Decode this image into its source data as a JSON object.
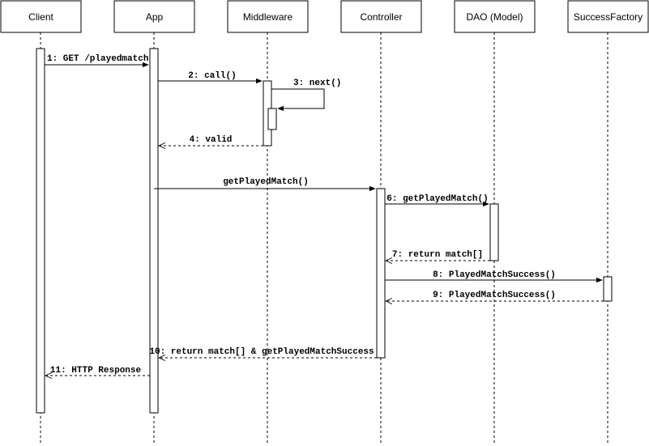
{
  "participants": [
    {
      "id": "client",
      "label": "Client"
    },
    {
      "id": "app",
      "label": "App"
    },
    {
      "id": "middleware",
      "label": "Middleware"
    },
    {
      "id": "controller",
      "label": "Controller"
    },
    {
      "id": "dao",
      "label": "DAO (Model)"
    },
    {
      "id": "successfactory",
      "label": "SuccessFactory"
    }
  ],
  "messages": [
    {
      "id": "m1",
      "label": "1: GET /playedmatch",
      "from": "client",
      "to": "app",
      "kind": "call"
    },
    {
      "id": "m2",
      "label": "2: call()",
      "from": "app",
      "to": "middleware",
      "kind": "call"
    },
    {
      "id": "m3",
      "label": "3: next()",
      "from": "middleware",
      "to": "middleware",
      "kind": "self-call"
    },
    {
      "id": "m4",
      "label": "4: valid",
      "from": "middleware",
      "to": "app",
      "kind": "return"
    },
    {
      "id": "m5",
      "label": "getPlayedMatch()",
      "from": "app",
      "to": "controller",
      "kind": "call"
    },
    {
      "id": "m6",
      "label": "6: getPlayedMatch()",
      "from": "controller",
      "to": "dao",
      "kind": "call"
    },
    {
      "id": "m7",
      "label": "7: return match[]",
      "from": "dao",
      "to": "controller",
      "kind": "return"
    },
    {
      "id": "m8",
      "label": "8: PlayedMatchSuccess()",
      "from": "controller",
      "to": "successfactory",
      "kind": "call"
    },
    {
      "id": "m9",
      "label": "9: PlayedMatchSuccess()",
      "from": "successfactory",
      "to": "controller",
      "kind": "return"
    },
    {
      "id": "m10",
      "label": "10: return match[] & getPlayedMatchSuccess",
      "from": "controller",
      "to": "app",
      "kind": "return"
    },
    {
      "id": "m11",
      "label": "11: HTTP Response",
      "from": "app",
      "to": "client",
      "kind": "return"
    }
  ]
}
